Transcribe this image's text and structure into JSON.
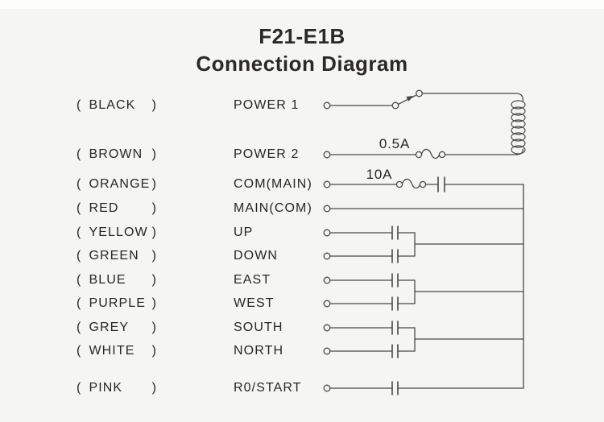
{
  "title": {
    "line1": "F21-E1B",
    "line2": "Connection Diagram"
  },
  "decor": {
    "paren_open": "(",
    "paren_close": ")"
  },
  "rows": [
    {
      "color": "BLACK",
      "function": "POWER 1"
    },
    {
      "color": "BROWN",
      "function": "POWER 2"
    },
    {
      "color": "ORANGE",
      "function": "COM(MAIN)"
    },
    {
      "color": "RED",
      "function": "MAIN(COM)"
    },
    {
      "color": "YELLOW",
      "function": "UP"
    },
    {
      "color": "GREEN",
      "function": "DOWN"
    },
    {
      "color": "BLUE",
      "function": "EAST"
    },
    {
      "color": "PURPLE",
      "function": "WEST"
    },
    {
      "color": "GREY",
      "function": "SOUTH"
    },
    {
      "color": "WHITE",
      "function": "NORTH"
    },
    {
      "color": "PINK",
      "function": "R0/START"
    }
  ],
  "fuses": {
    "power2": "0.5A",
    "com": "10A"
  },
  "colors": {
    "background": "#f5f5f2",
    "line": "#4a4947",
    "text": "#272625"
  }
}
